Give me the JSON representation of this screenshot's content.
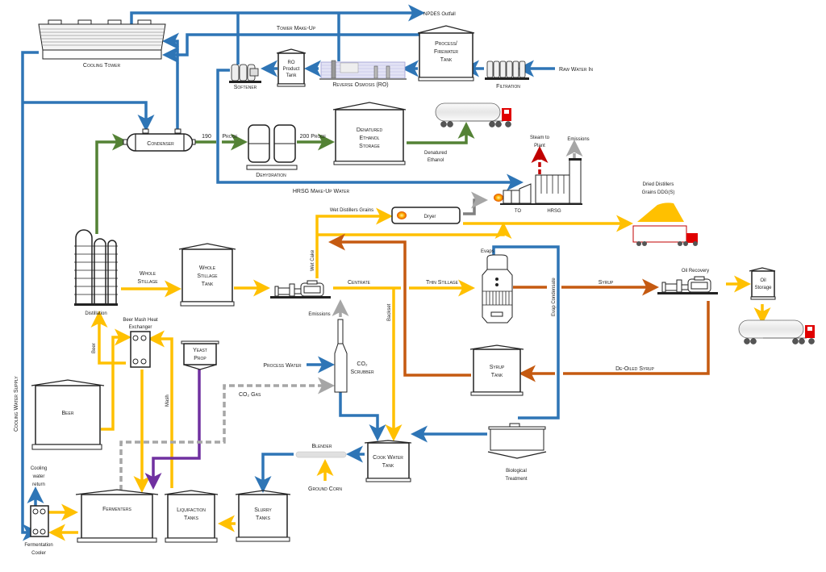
{
  "title": "Ethanol Plant Process Flow Diagram",
  "colors": {
    "water": "#2e75b6",
    "ethanol": "#548235",
    "stillage": "#ffc000",
    "syrup": "#c55a11",
    "yeast": "#7030a0",
    "gas": "#a6a6a6",
    "steam": "#c00000",
    "truck_cab": "#e00000"
  },
  "equipment": {
    "cooling_tower": "Cooling Tower",
    "softener": "Softener",
    "ro_product_tank": [
      "RO",
      "Product",
      "Tank"
    ],
    "reverse_osmosis": "Reverse Osmosis (RO)",
    "process_firewater_tank": [
      "Process/",
      "Firewater",
      "Tank"
    ],
    "filtration": "Filtration",
    "condenser": "Condenser",
    "dehydration": "Dehydration",
    "denatured_ethanol_storage": [
      "Denatured",
      "Ethanol",
      "Storage"
    ],
    "to": "TO",
    "hrsg": "HRSG",
    "dryer": "Dryer",
    "distillation": "Distillation",
    "whole_stillage_tank": [
      "Whole",
      "Stillage",
      "Tank"
    ],
    "evaps": "Evaps",
    "oil_recovery": "Oil Recovery",
    "oil_storage": [
      "Oil",
      "Storage"
    ],
    "beer_mash_heat_exchanger": [
      "Beer Mash Heat",
      "Exchanger"
    ],
    "yeast_prop": [
      "Yeast",
      "Prop"
    ],
    "co2_scrubber": [
      "CO₂",
      "Scrubber"
    ],
    "syrup_tank": [
      "Syrup",
      "Tank"
    ],
    "beer": "Beer",
    "cook_water_tank": [
      "Cook Water",
      "Tank"
    ],
    "biological_treatment": [
      "Biological",
      "Treatment"
    ],
    "blender": "Blender",
    "fermenters": "Fermenters",
    "liquifaction_tanks": [
      "Liquifaction",
      "Tanks"
    ],
    "slurry_tanks": [
      "Slurry",
      "Tanks"
    ],
    "fermentation_cooler": [
      "Fermentation",
      "Cooler"
    ]
  },
  "streams": {
    "npdes_outfall": "NPDES Outfall",
    "tower_makeup": "Tower Make-Up",
    "raw_water_in": "Raw Water In",
    "proof_190_a": "190",
    "proof_190_b": "Proof",
    "proof_200": "200 Proof",
    "denatured_ethanol": [
      "Denatured",
      "Ethanol"
    ],
    "steam_to_plant": [
      "Steam to",
      "Plant"
    ],
    "emissions_hrsg": "Emissions",
    "hrsg_makeup_water": "HRSG Make-Up Water",
    "dried_distillers_grains": [
      "Dried Distillers",
      "Grains DDG(S)"
    ],
    "wet_distillers_grains": "Wet Distillers Grains",
    "wet_cake": "Wet Cake",
    "whole_stillage": [
      "Whole",
      "Stillage"
    ],
    "centrate": "Centrate",
    "thin_stillage": "Thin Stillage",
    "evap_condensate": "Evap Condensate",
    "syrup": "Syrup",
    "de_oiled_syrup": "De-Oiled Syrup",
    "backset": "Backset",
    "emissions_scrubber": "Emissions",
    "process_water": "Process Water",
    "co2_gas": "CO₂ Gas",
    "cooling_water_supply": "Cooling Water Supply",
    "cooling_water_return": [
      "Cooling",
      "water",
      "return"
    ],
    "beer_stream": "Beer",
    "mash": "Mash",
    "ground_corn": "Ground Corn"
  }
}
